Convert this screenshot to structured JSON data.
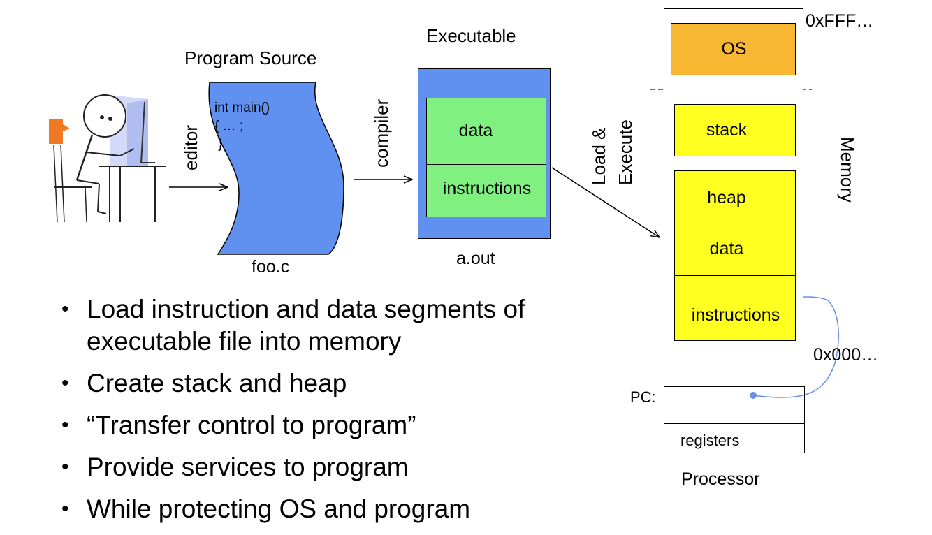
{
  "labels": {
    "program_source": "Program Source",
    "executable": "Executable",
    "editor": "editor",
    "compiler": "compiler",
    "load_execute_1": "Load &",
    "load_execute_2": "Execute",
    "memory": "Memory",
    "foo_c": "foo.c",
    "a_out": "a.out",
    "processor": "Processor",
    "pc": "PC:",
    "registers": "registers",
    "addr_high": "0xFFF…",
    "addr_low": "0x000…"
  },
  "source_code": {
    "line1": "int main()",
    "line2": "{ … ;",
    "line3": " }"
  },
  "executable_segments": {
    "data": "data",
    "instructions": "instructions"
  },
  "memory_segments": {
    "os": "OS",
    "stack": "stack",
    "heap": "heap",
    "data": "data",
    "instructions": "instructions"
  },
  "bullets": [
    "Load instruction and data segments of executable file into memory",
    "Create stack and heap",
    "“Transfer control to program”",
    "Provide services to program",
    "While protecting OS and program"
  ],
  "colors": {
    "blue_box": "#6090f0",
    "green_segment": "#80f080",
    "os_orange": "#f7b733",
    "memory_yellow": "#ffff20",
    "pc_arrow": "#6a8fe0"
  }
}
